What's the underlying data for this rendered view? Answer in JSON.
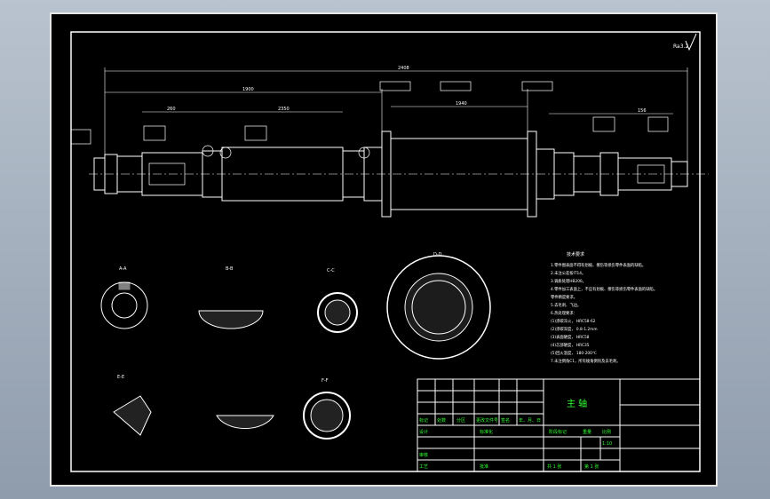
{
  "title_block": {
    "part_name": "主 轴",
    "header_cells": [
      "标记",
      "处数",
      "分区",
      "更改文件号",
      "签名",
      "年、月、日"
    ],
    "design": "设计",
    "standardize": "标准化",
    "review": "审核",
    "process": "工艺",
    "approve": "批准",
    "stage_mark": "阶段标记",
    "weight": "重量",
    "scale": "比例",
    "scale_value": "1:10",
    "sheet_total": "共 1 张",
    "sheet_no": "第 1 张"
  },
  "tech_requirements": {
    "heading": "技术要求",
    "items": [
      "1.零件图表面不得有划痕、擦伤等损伤零件表面的缺陷。",
      "2.未注公差按IT14。",
      "3.调质处理HB200。",
      "4.零件加工表面上，不应有划痕、擦伤等损伤零件表面的缺陷。",
      "   零件精度要求。",
      "5.去毛刺、飞边。",
      "6.热处理要求：",
      "  (1)渗碳淬火，  HRC58-62",
      "  (2)渗碳深度，  0.8-1.2mm",
      "  (3)表面硬度，  HRC58",
      "  (4)芯部硬度，  HRC35",
      "  (5)回火温度，  180-200℃",
      "7.未注倒角C1，所有棱角倒钝及去毛刺。"
    ]
  },
  "section_labels": [
    "A-A",
    "B-B",
    "C-C",
    "D-D",
    "E-E",
    "F-F"
  ],
  "dimension_labels": [
    "2408",
    "1900",
    "2350",
    "1940",
    "260",
    "156"
  ],
  "roughness_mark": "Ra3.2",
  "colors": {
    "sheet": "#000000",
    "line": "#ffffff",
    "accent": "#ffff00",
    "title_text": "#33ff33",
    "dimension": "#00ffff"
  }
}
